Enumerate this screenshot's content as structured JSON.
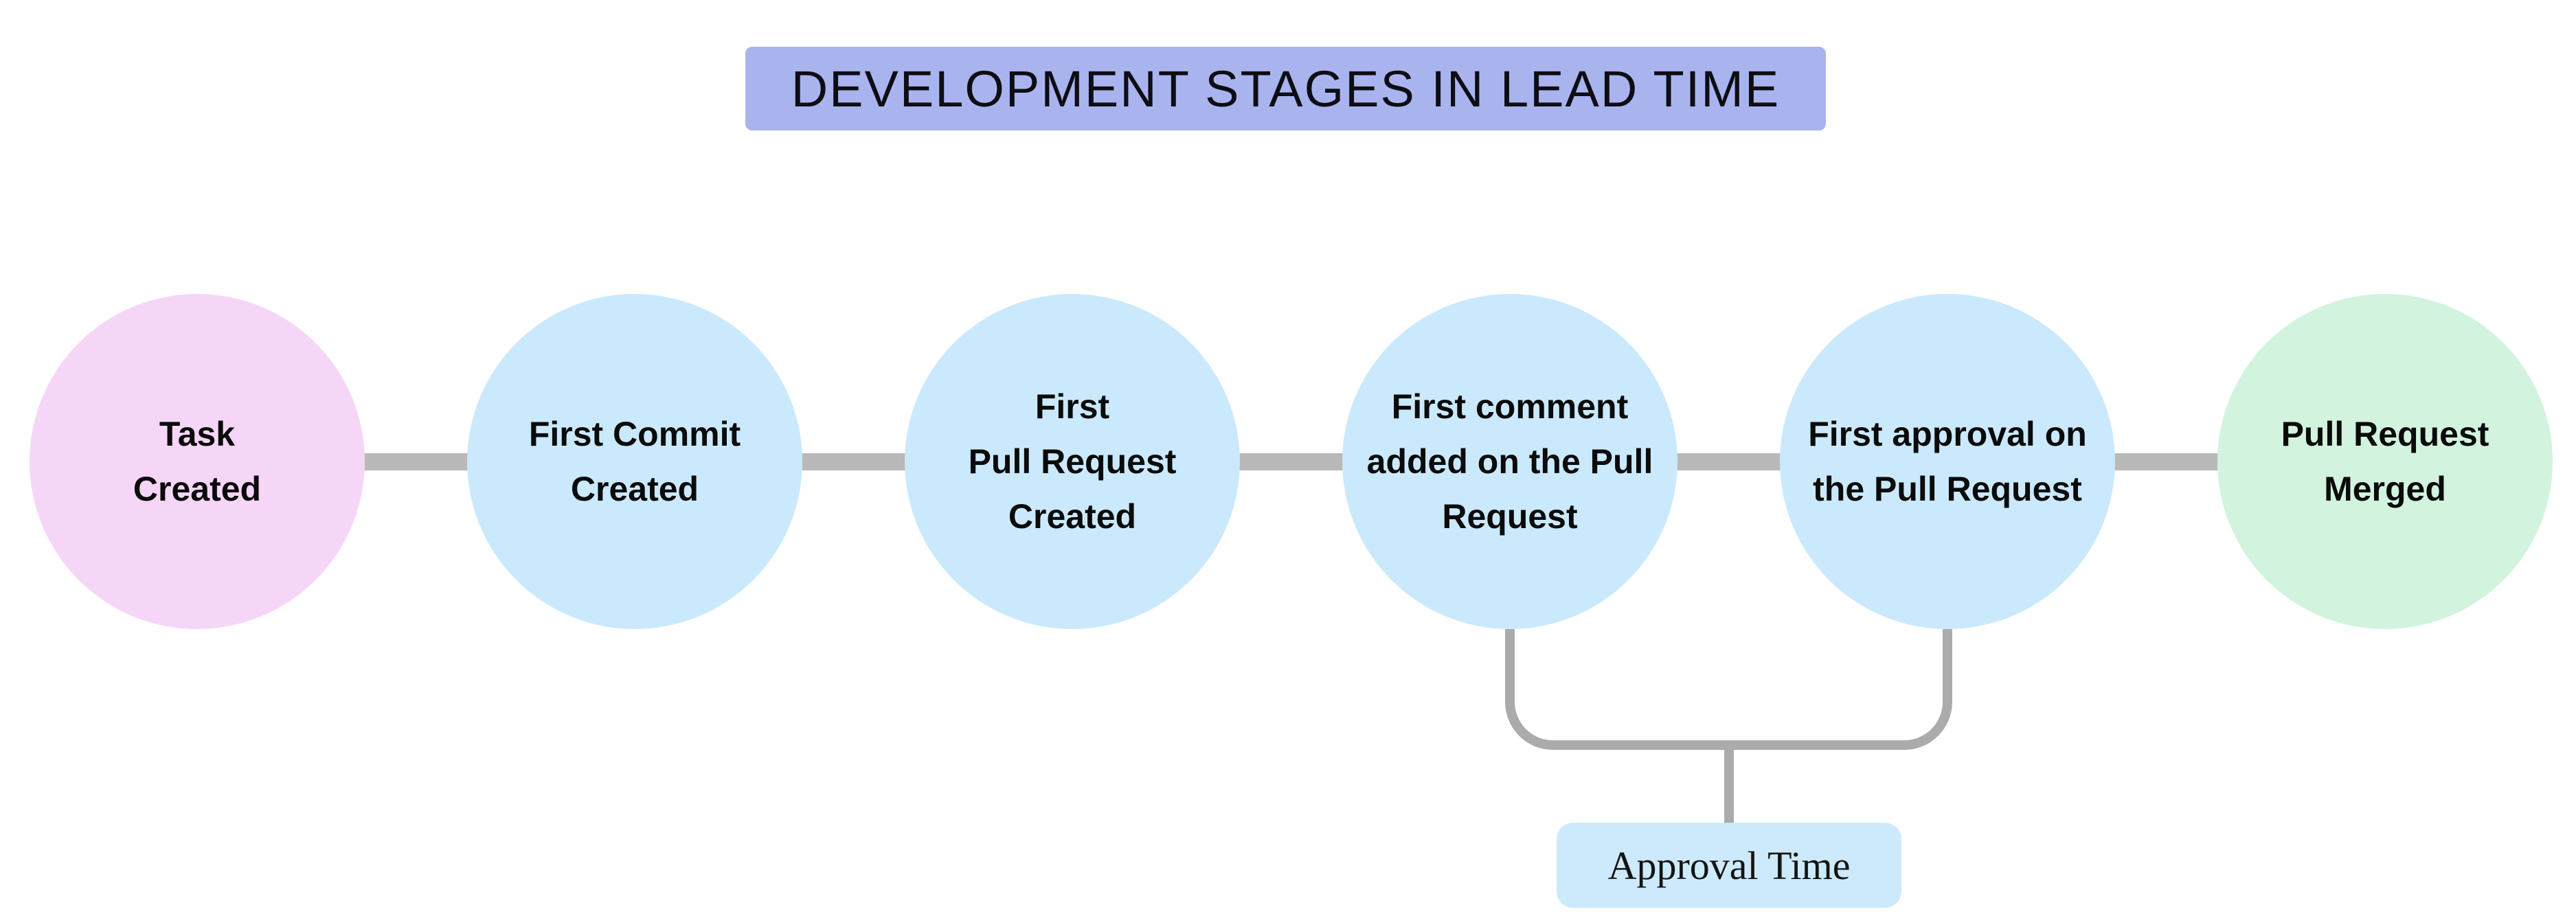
{
  "title": {
    "label": "DEVELOPMENT STAGES IN LEAD TIME"
  },
  "stages": [
    {
      "id": 1,
      "label": "Task\nCreated",
      "fill": "#f6d6f7",
      "role": "start"
    },
    {
      "id": 2,
      "label": "First Commit\nCreated",
      "fill": "#cbe9fc",
      "role": "middle"
    },
    {
      "id": 3,
      "label": "First\nPull Request\nCreated",
      "fill": "#cbe9fc",
      "role": "middle"
    },
    {
      "id": 4,
      "label": "First comment\nadded on the Pull\nRequest",
      "fill": "#cbe9fc",
      "role": "middle"
    },
    {
      "id": 5,
      "label": "First approval on\nthe Pull Request",
      "fill": "#cbe9fc",
      "role": "middle"
    },
    {
      "id": 6,
      "label": "Pull Request\nMerged",
      "fill": "#d2f3de",
      "role": "end"
    }
  ],
  "bracket": {
    "label": "Approval Time",
    "from_stage": 4,
    "to_stage": 5,
    "box_fill": "#cdeafc"
  },
  "colors": {
    "background": "#ffffff",
    "title_bg": "#a9b4ef",
    "connector": "#b9b9b9",
    "bracket_line": "#ababab",
    "text": "#0b0b0b"
  }
}
